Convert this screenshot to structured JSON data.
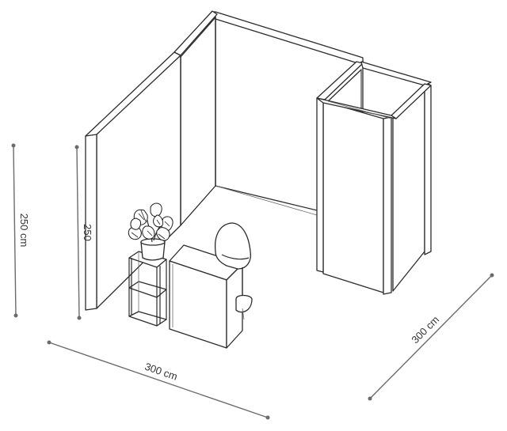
{
  "dimensions": {
    "height_outer": "250 cm",
    "height_inner": "250",
    "width_front": "300 cm",
    "depth_side": "300 cm"
  },
  "colors": {
    "line": "#2b2b2b",
    "dimension": "#6b6b6b",
    "fill": "#ffffff"
  }
}
